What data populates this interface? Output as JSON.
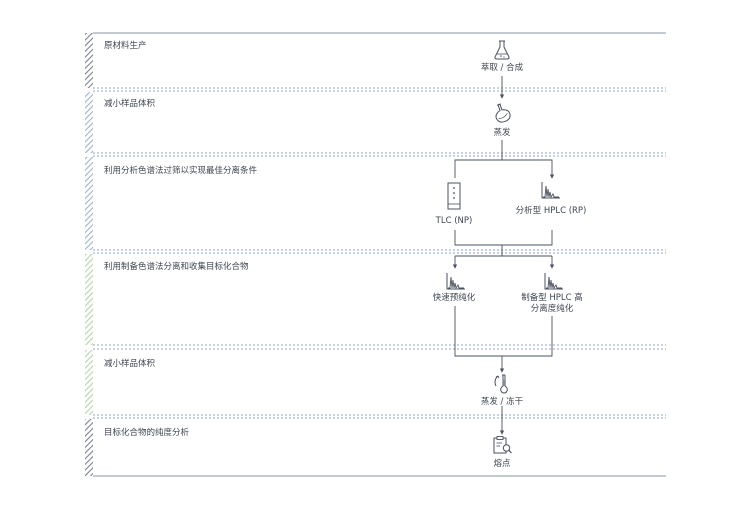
{
  "stages": [
    {
      "label": "原材料生产",
      "color": "#7c8290"
    },
    {
      "label": "减小样品体积",
      "color": "#9fb3cf"
    },
    {
      "label": "利用分析色谱法过筛以实现最佳分离条件",
      "color": "#9fb3cf"
    },
    {
      "label": "利用制备色谱法分离和收集目标化合物",
      "color": "#b6d4a6"
    },
    {
      "label": "减小样品体积",
      "color": "#b6d4a6"
    },
    {
      "label": "目标化合物的纯度分析",
      "color": "#7c8290"
    }
  ],
  "nodes": {
    "extraction": {
      "label": "萃取 / 合成",
      "icon": "flask-icon"
    },
    "evaporation": {
      "label": "蒸发",
      "icon": "round-bottom-flask-icon"
    },
    "tlc": {
      "label": "TLC (NP)",
      "icon": "tlc-plate-icon"
    },
    "analytical_hplc": {
      "label": "分析型 HPLC (RP)",
      "icon": "chromatogram-icon"
    },
    "flash": {
      "label": "快速预纯化",
      "icon": "chromatogram-icon"
    },
    "prep_hplc": {
      "label_line1": "制备型 HPLC 高",
      "label_line2": "分离度纯化",
      "icon": "chromatogram-icon"
    },
    "evap_freeze": {
      "label": "蒸发 / 冻干",
      "icon": "rotary-evaporator-icon"
    },
    "melting_point": {
      "label": "熔点",
      "icon": "clipboard-search-icon"
    }
  },
  "colors": {
    "line": "#4a5060",
    "divider": "#6f85a8",
    "text": "#3f4650"
  }
}
